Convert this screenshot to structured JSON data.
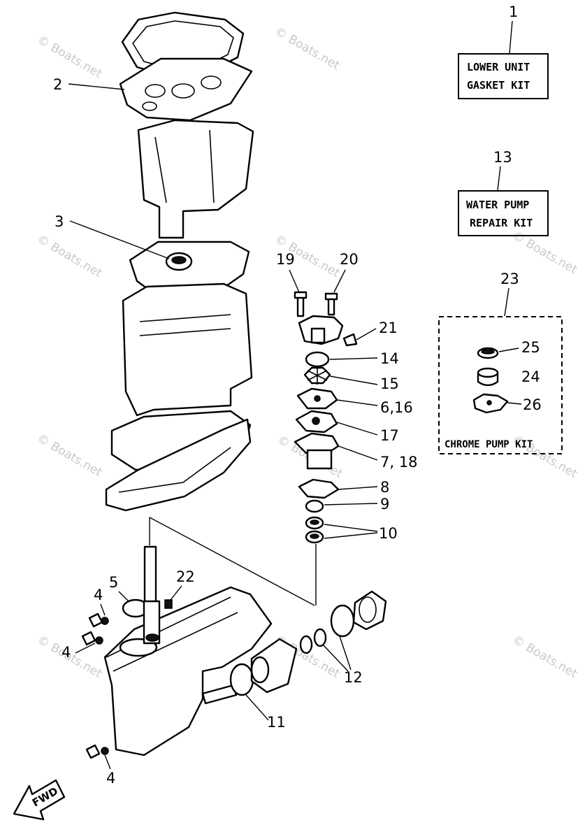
{
  "watermark": "© Boats.net",
  "kits": {
    "lower_unit": {
      "number": "1",
      "line1": "LOWER UNIT",
      "line2": "GASKET KIT"
    },
    "water_pump": {
      "number": "13",
      "line1": "WATER PUMP",
      "line2": "REPAIR KIT"
    },
    "chrome_pump": {
      "number": "23",
      "title": "CHROME PUMP KIT"
    }
  },
  "callouts": {
    "c2": "2",
    "c3": "3",
    "c4a": "4",
    "c4b": "4",
    "c4c": "4",
    "c5": "5",
    "c6_16": "6,16",
    "c7_18": "7, 18",
    "c8": "8",
    "c9": "9",
    "c10": "10",
    "c11": "11",
    "c12": "12",
    "c14": "14",
    "c15": "15",
    "c17": "17",
    "c19": "19",
    "c20": "20",
    "c21": "21",
    "c22": "22",
    "c24": "24",
    "c25": "25",
    "c26": "26"
  },
  "fwd": "FWD"
}
